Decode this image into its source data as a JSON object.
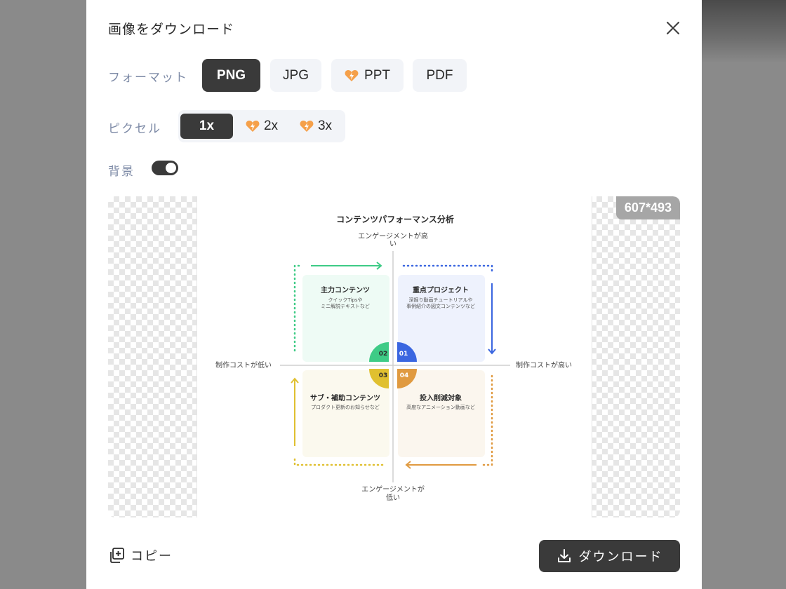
{
  "dialog": {
    "title": "画像をダウンロード"
  },
  "format": {
    "label": "フォーマット",
    "options": [
      "PNG",
      "JPG",
      "PPT",
      "PDF"
    ],
    "selected": "PNG"
  },
  "pixel": {
    "label": "ピクセル",
    "options": [
      "1x",
      "2x",
      "3x"
    ],
    "selected": "1x"
  },
  "background": {
    "label": "背景",
    "enabled": true
  },
  "preview": {
    "size_badge": "607*493",
    "image": {
      "title": "コンテンツパフォーマンス分析",
      "axis_top": [
        "エンゲージメントが高",
        "い"
      ],
      "axis_bottom": [
        "エンゲージメントが",
        "低い"
      ],
      "axis_left": "制作コストが低い",
      "axis_right": "制作コストが高い",
      "quadrants": [
        {
          "number": "01",
          "title": "重点プロジェクト",
          "lines": [
            "深掘り動画チュートリアルや",
            "事例紹介の図文コンテンツなど"
          ],
          "color": "#3a66e0"
        },
        {
          "number": "02",
          "title": "主力コンテンツ",
          "lines": [
            "クイックTipsや",
            "ミニ解説テキストなど"
          ],
          "color": "#3ecb86"
        },
        {
          "number": "03",
          "title": "サブ・補助コンテンツ",
          "lines": [
            "プロダクト更新のお知らせなど"
          ],
          "color": "#e0c030"
        },
        {
          "number": "04",
          "title": "投入削減対象",
          "lines": [
            "高度なアニメーション動画など"
          ],
          "color": "#e09a40"
        }
      ]
    }
  },
  "actions": {
    "copy": "コピー",
    "download": "ダウンロード"
  },
  "colors": {
    "primary_dark": "#3a3a3a",
    "label_blue_gray": "#7d8aa6",
    "premium_orange": "#f29a3a"
  }
}
